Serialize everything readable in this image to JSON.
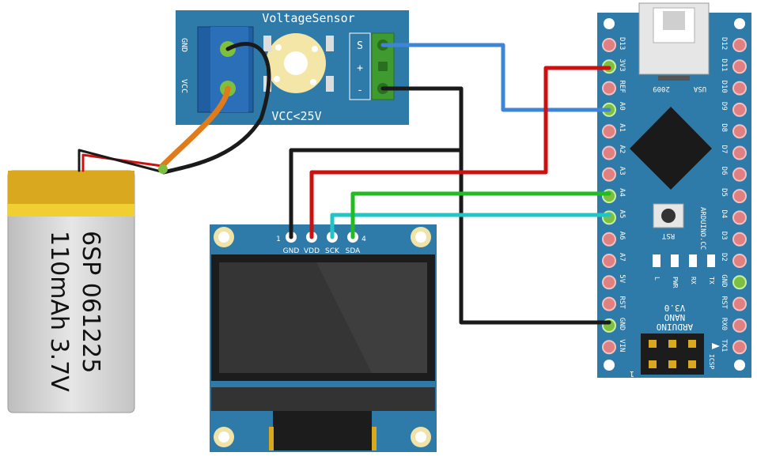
{
  "voltage_sensor": {
    "title": "VoltageSensor",
    "left_pin_labels": [
      "GND",
      "VCC"
    ],
    "right_pin_labels": [
      "S",
      "+",
      "-"
    ],
    "rating": "VCC<25V"
  },
  "battery": {
    "model": "6SP 061225",
    "spec": "110mAh 3.7V"
  },
  "oled": {
    "pin_labels": [
      "GND",
      "VDD",
      "SCK",
      "SDA"
    ],
    "pin_numbers": [
      "1",
      "4"
    ]
  },
  "arduino": {
    "left_pins": [
      "D13",
      "3V3",
      "REF",
      "A0",
      "A1",
      "A2",
      "A3",
      "A4",
      "A5",
      "A6",
      "A7",
      "5V",
      "RST",
      "GND",
      "VIN"
    ],
    "right_pins": [
      "D12",
      "D11",
      "D10",
      "D9",
      "D8",
      "D7",
      "D6",
      "D5",
      "D4",
      "D3",
      "D2",
      "GND",
      "RST",
      "RX0",
      "TX1"
    ],
    "usa_label": "USA",
    "year_label": "2009",
    "rst_button_label": "RST",
    "brand_label": "ARDUINO.CC",
    "led_labels": [
      "L",
      "PWR",
      "RX",
      "TX"
    ],
    "name_lines": [
      "ARDUINO",
      "NANO",
      "V3.0"
    ],
    "icsp_label": "ICSP",
    "icsp_pin1": "1"
  },
  "colors": {
    "board_blue": "#2e7aa8",
    "wire_red": "#cc1111",
    "wire_black": "#1a1a1a",
    "wire_blue": "#3f85d6",
    "wire_green": "#22bb22",
    "wire_cyan": "#22c4c4",
    "wire_orange": "#e07b1a",
    "battery_gold": "#d9a81e"
  }
}
